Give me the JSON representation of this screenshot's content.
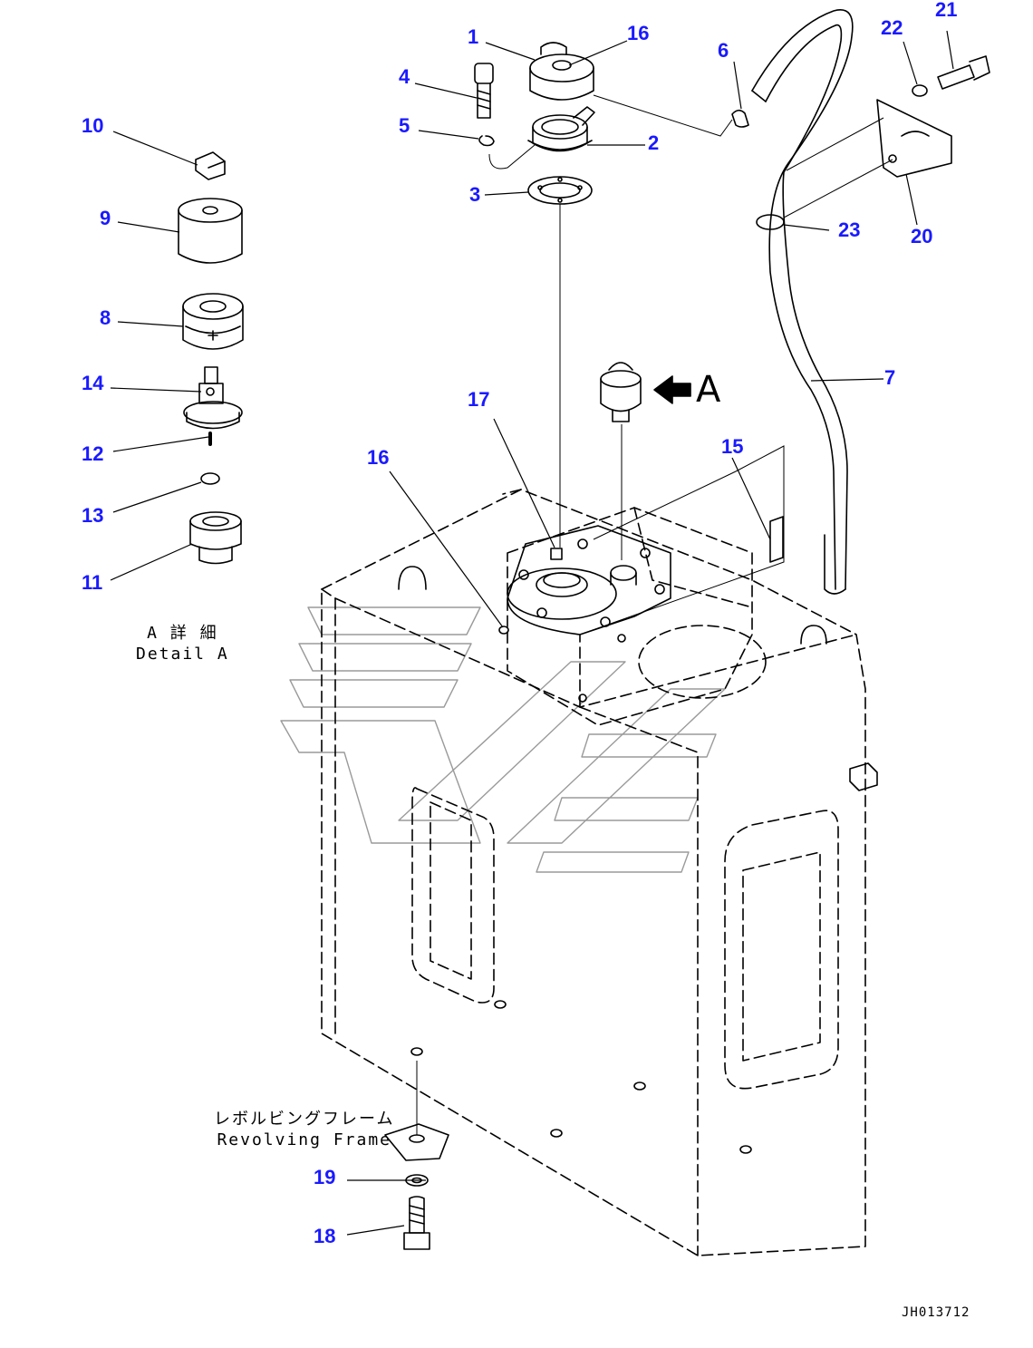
{
  "callouts": {
    "c1": "1",
    "c2": "2",
    "c3": "3",
    "c4": "4",
    "c5": "5",
    "c6": "6",
    "c7": "7",
    "c8": "8",
    "c9": "9",
    "c10": "10",
    "c11": "11",
    "c12": "12",
    "c13": "13",
    "c14": "14",
    "c15": "15",
    "c16a": "16",
    "c16b": "16",
    "c17": "17",
    "c18": "18",
    "c19": "19",
    "c20": "20",
    "c21": "21",
    "c22": "22",
    "c23": "23"
  },
  "detail_label": {
    "jp": "A 詳 細",
    "en": "Detail A"
  },
  "view_arrow_label": "A",
  "frame_label": {
    "jp": "レボルビングフレーム",
    "en": "Revolving Frame"
  },
  "drawing_number": "JH013712",
  "colors": {
    "callout": "#1a1aff",
    "line": "#000000",
    "watermark": "#b0b0b0"
  }
}
